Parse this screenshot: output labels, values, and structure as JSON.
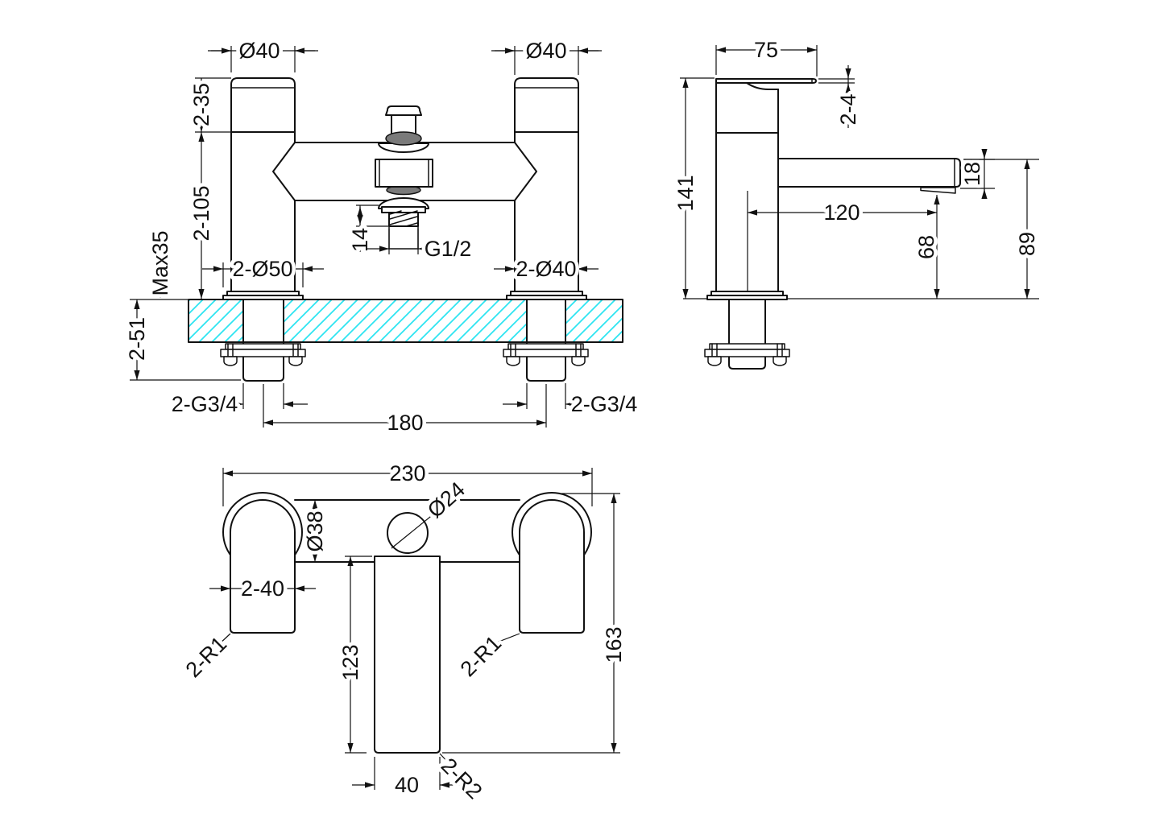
{
  "drawing": {
    "type": "bath-shower-mixer-tap-dimensional-drawing",
    "units": "mm"
  },
  "colors": {
    "line": "#111111",
    "hatch": "#2ee4f1",
    "metal_dark": "#7a7a7a"
  },
  "labels": {
    "front": {
      "handle_dia_left": "Ø40",
      "handle_dia_right": "Ø40",
      "handle_height": "2-35",
      "body_height": "2-105",
      "max_deck_thickness": "Max35",
      "below_deck": "2-51",
      "flange_dia": "2-Ø50",
      "pillar_dia": "2-Ø40",
      "outlet_length": "14",
      "outlet_thread": "G1/2",
      "tail_thread_left": "2-G3/4",
      "tail_thread_right": "2-G3/4",
      "hole_centres": "180"
    },
    "side": {
      "handle_length": "75",
      "handle_thickness": "2-4",
      "total_height": "141",
      "spout_depth": "18",
      "spout_reach": "120",
      "spout_clearance": "68",
      "spout_height": "89"
    },
    "plan": {
      "overall_width": "230",
      "outlet_dia": "Ø24",
      "body_dia": "Ø38",
      "handle_width": "2-40",
      "spout_length": "123",
      "overall_depth": "163",
      "spout_width": "40",
      "handle_radius_left": "2-R1",
      "handle_radius_right": "2-R1",
      "spout_radius": "2-R2"
    }
  }
}
